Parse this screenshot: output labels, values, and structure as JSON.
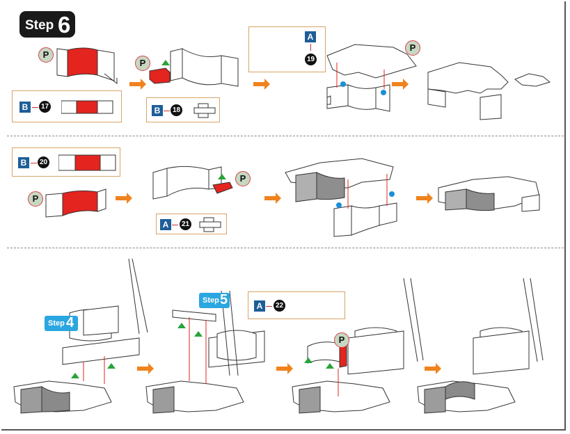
{
  "step": {
    "word": "Step",
    "number": "6"
  },
  "panel1": {
    "callout_b17": {
      "letter": "B",
      "piece": "17"
    },
    "callout_b18": {
      "letter": "B",
      "piece": "18"
    },
    "callout_a19": {
      "letter": "A",
      "piece": "19"
    },
    "p_labels": [
      "P",
      "P",
      "P"
    ]
  },
  "panel2": {
    "callout_b20": {
      "letter": "B",
      "piece": "20"
    },
    "callout_a21": {
      "letter": "A",
      "piece": "21"
    },
    "p_labels": [
      "P",
      "P"
    ]
  },
  "panel3": {
    "step_ref_4": {
      "word": "Step",
      "number": "4"
    },
    "step_ref_5": {
      "word": "Step",
      "number": "5"
    },
    "callout_a22": {
      "letter": "A",
      "piece": "22"
    },
    "p_label": "P"
  },
  "colors": {
    "red": "#e3241f",
    "orange": "#f0831e",
    "blue_dot": "#1c8fd6",
    "callout_blue": "#1e5e98",
    "green": "#2aa33a"
  }
}
